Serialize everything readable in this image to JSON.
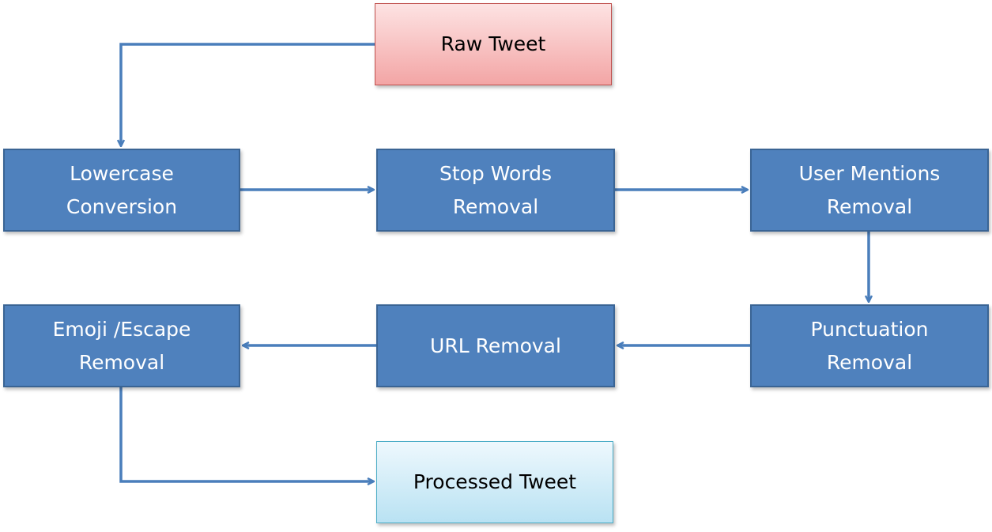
{
  "diagram": {
    "colors": {
      "step_fill": "#4f81bd",
      "step_border": "#3a6494",
      "start_fill": "#f3a5a5",
      "end_fill": "#b9e2f3",
      "arrow": "#4a7ebb"
    },
    "nodes": {
      "raw_tweet": "Raw Tweet",
      "lowercase": "Lowercase\nConversion",
      "stop_words": "Stop Words\nRemoval",
      "user_mentions": "User Mentions\nRemoval",
      "punctuation": "Punctuation\nRemoval",
      "url": "URL Removal",
      "emoji_escape": "Emoji /Escape\nRemoval",
      "processed_tweet": "Processed Tweet"
    },
    "flow": [
      [
        "raw_tweet",
        "lowercase"
      ],
      [
        "lowercase",
        "stop_words"
      ],
      [
        "stop_words",
        "user_mentions"
      ],
      [
        "user_mentions",
        "punctuation"
      ],
      [
        "punctuation",
        "url"
      ],
      [
        "url",
        "emoji_escape"
      ],
      [
        "emoji_escape",
        "processed_tweet"
      ]
    ]
  }
}
